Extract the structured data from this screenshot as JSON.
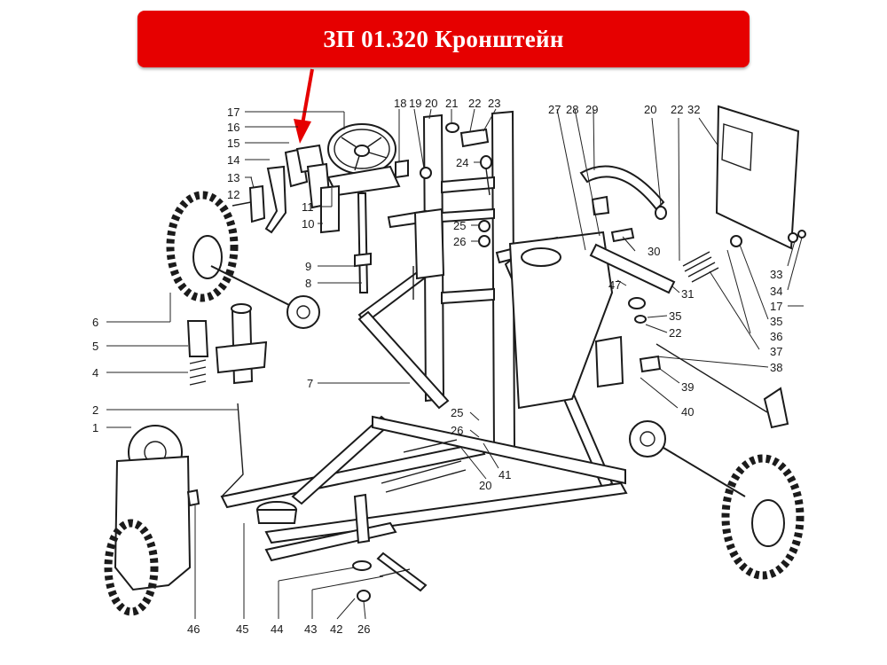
{
  "title": "ЗП 01.320 Кронштейн",
  "colors": {
    "banner": "#e60000",
    "arrow": "#e60000",
    "ink": "#1b1b1b"
  },
  "callouts": {
    "l17": "17",
    "l16": "16",
    "l15": "15",
    "l14": "14",
    "l13": "13",
    "l12": "12",
    "l11": "11",
    "l10": "10",
    "l9": "9",
    "l8": "8",
    "l6": "6",
    "l5": "5",
    "l4": "4",
    "l7": "7",
    "l2": "2",
    "l1": "1",
    "t18": "18",
    "t19": "19",
    "t20": "20",
    "t21": "21",
    "t22": "22",
    "t23": "23",
    "t24": "24",
    "t25a": "25",
    "t26a": "26",
    "t27": "27",
    "t28": "28",
    "t29": "29",
    "t20b": "20",
    "t22b": "22",
    "t32": "32",
    "r30": "30",
    "r31": "31",
    "r47": "47",
    "r35a": "35",
    "r22c": "22",
    "r33": "33",
    "r34": "34",
    "r17b": "17",
    "r35b": "35",
    "r36": "36",
    "r37": "37",
    "r38": "38",
    "r39": "39",
    "r40": "40",
    "m25b": "25",
    "m26b": "26",
    "m41": "41",
    "m20c": "20",
    "b46": "46",
    "b45": "45",
    "b44": "44",
    "b43": "43",
    "b42": "42",
    "b26c": "26"
  }
}
